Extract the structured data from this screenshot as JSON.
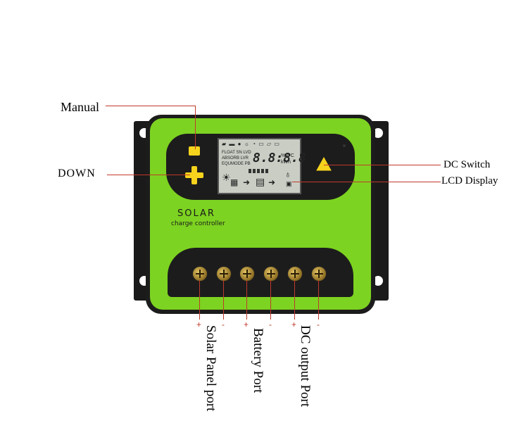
{
  "callouts": {
    "manual": "Manual",
    "down": "DOWN",
    "dc_switch": "DC Switch",
    "lcd_display": "LCD Display"
  },
  "brand": {
    "title": "SOLAR",
    "subtitle": "charge controller"
  },
  "lcd": {
    "row1": "FLOAT SN LVD",
    "row2": "ABSORB LVR",
    "row3": "EQUMODE PB",
    "digits": "8.8:8.8",
    "units_top": "%V°C",
    "units_bottom": "kWh"
  },
  "ports": {
    "signs": [
      "+",
      "-",
      "+",
      "-",
      "+",
      "-"
    ],
    "solar": "Solar Panel port",
    "battery": "Battery Port",
    "output": "DC output Port"
  },
  "colors": {
    "body_green": "#7dd321",
    "bezel": "#1c1c1c",
    "lcd": "#c9cdc4",
    "button_yellow": "#f6d31c",
    "leader_red": "#c0392b"
  }
}
